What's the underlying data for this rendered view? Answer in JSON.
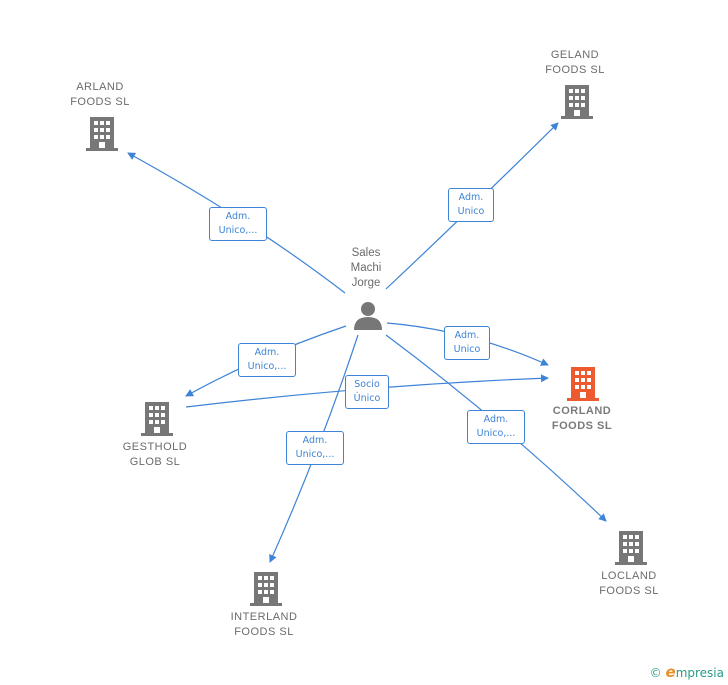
{
  "person": {
    "name": "Sales\nMachi\nJorge",
    "icon": "person-icon"
  },
  "companies": {
    "arland": {
      "name": "ARLAND\nFOODS  SL",
      "icon": "building-icon"
    },
    "geland": {
      "name": "GELAND\nFOODS  SL",
      "icon": "building-icon"
    },
    "corland": {
      "name": "CORLAND\nFOODS  SL",
      "icon": "building-icon",
      "color": "#ee5a2f"
    },
    "gesthold": {
      "name": "GESTHOLD\nGLOB  SL",
      "icon": "building-icon"
    },
    "interland": {
      "name": "INTERLAND\nFOODS  SL",
      "icon": "building-icon"
    },
    "locland": {
      "name": "LOCLAND\nFOODS  SL",
      "icon": "building-icon"
    }
  },
  "edges": {
    "arland": "Adm.\nUnico,...",
    "geland": "Adm.\nUnico",
    "gesthold": "Adm.\nUnico,...",
    "corland_person": "Adm.\nUnico",
    "corland_gesthold": "Socio\nÚnico",
    "interland": "Adm.\nUnico,...",
    "locland": "Adm.\nUnico,..."
  },
  "colors": {
    "edge": "#3d83d6",
    "building": "#777777",
    "focus": "#ee5a2f"
  },
  "footer": {
    "copyright": "©",
    "brand_initial": "e",
    "brand_rest": "mpresia"
  }
}
